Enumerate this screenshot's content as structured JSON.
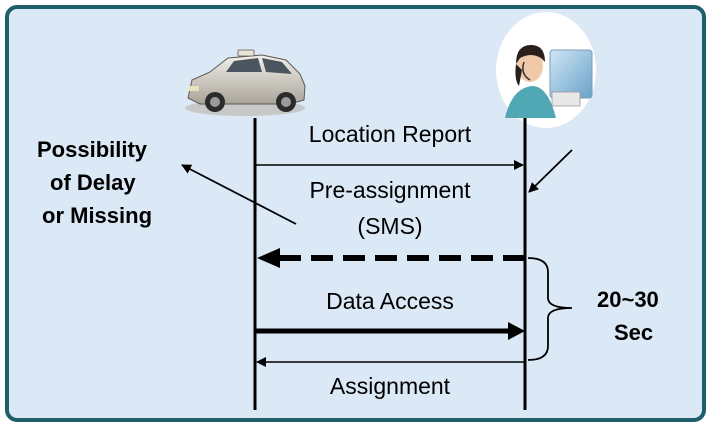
{
  "actors": {
    "left": {
      "icon": "taxi-car-icon"
    },
    "right": {
      "icon": "call-center-operator-icon"
    }
  },
  "messages": {
    "location_report": "Location Report",
    "pre_assignment": "Pre-assignment",
    "sms": "(SMS)",
    "data_access": "Data Access",
    "assignment": "Assignment"
  },
  "notes": {
    "delay_line1": "Possibility",
    "delay_line2": "of Delay",
    "delay_line3": "or Missing",
    "time_line1": "20~30",
    "time_line2": "Sec"
  },
  "colors": {
    "panel_bg": "#dbe8f5",
    "panel_border": "#1f5f6b",
    "lines": "#000000"
  }
}
